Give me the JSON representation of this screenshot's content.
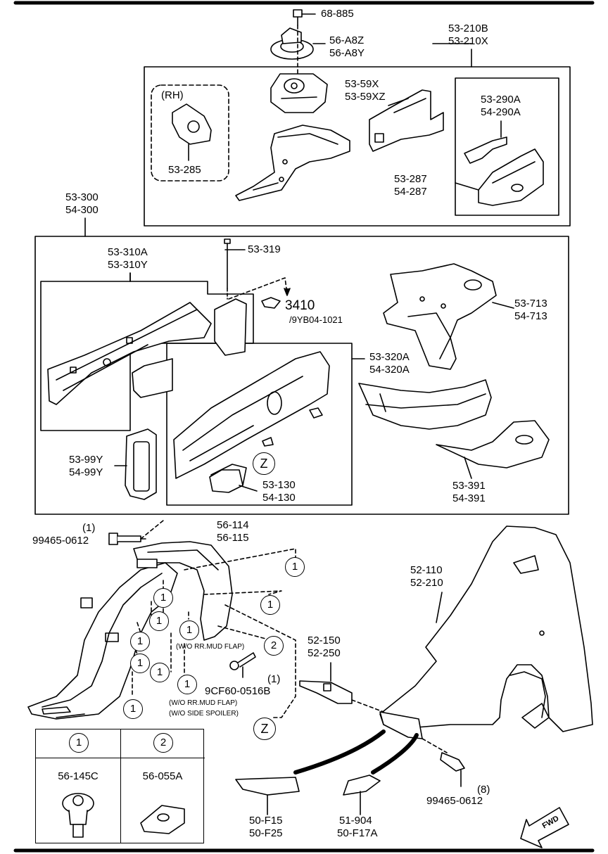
{
  "labels": {
    "p68_885": "68-885",
    "p56_a8z": "56-A8Z",
    "p56_a8y": "56-A8Y",
    "p53_210b": "53-210B",
    "p53_210x": "53-210X",
    "rh": "(RH)",
    "p53_285": "53-285",
    "p53_59x": "53-59X",
    "p53_59xz": "53-59XZ",
    "p53_290a": "53-290A",
    "p54_290a": "54-290A",
    "p53_287": "53-287",
    "p54_287": "54-287",
    "p53_300": "53-300",
    "p54_300": "54-300",
    "p53_319": "53-319",
    "p53_310a": "53-310A",
    "p53_310y": "53-310Y",
    "ref_3410": "3410",
    "ref_9yb04": "/9YB04-1021",
    "p53_713": "53-713",
    "p54_713": "54-713",
    "p53_320a": "53-320A",
    "p54_320a": "54-320A",
    "p53_99y": "53-99Y",
    "p54_99y": "54-99Y",
    "p53_130": "53-130",
    "p54_130": "54-130",
    "p53_391": "53-391",
    "p54_391": "54-391",
    "qty1_a": "(1)",
    "p99465_a": "99465-0612",
    "p56_114": "56-114",
    "p56_115": "56-115",
    "p52_110": "52-110",
    "p52_210": "52-210",
    "wo_rr_mud_flap_1": "(W/O RR.MUD FLAP)",
    "p52_150": "52-150",
    "p52_250": "52-250",
    "qty1_b": "(1)",
    "p9cf60": "9CF60-0516B",
    "wo_rr_mud_flap_2": "(W/O RR.MUD FLAP)",
    "wo_side_spoiler": "(W/O SIDE SPOILER)",
    "qty8": "(8)",
    "p99465_b": "99465-0612",
    "p50_f15": "50-F15",
    "p50_f25": "50-F25",
    "p51_904": "51-904",
    "p50_f17a": "50-F17A",
    "fwd": "FWD"
  },
  "markers": {
    "one": "1",
    "two": "2",
    "z": "Z"
  },
  "legend": {
    "col1_num": "1",
    "col2_num": "2",
    "col1_part": "56-145C",
    "col2_part": "56-055A"
  }
}
